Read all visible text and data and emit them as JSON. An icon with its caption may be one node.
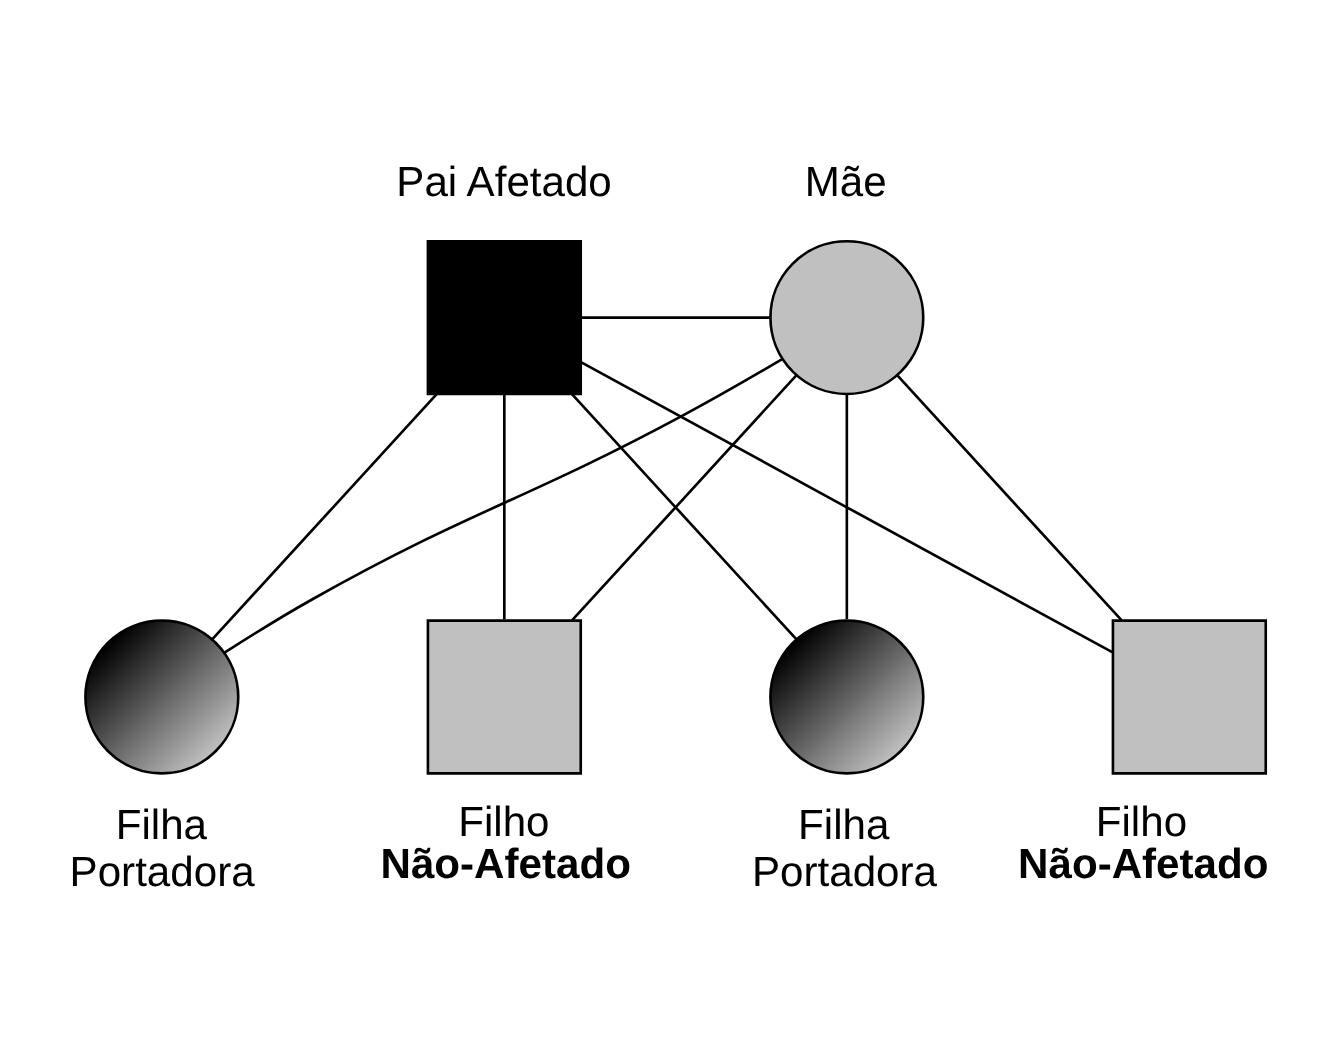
{
  "diagram": {
    "nodes": [
      {
        "text": [
          "Pai Afetado"
        ]
      },
      {
        "text": [
          "Mãe"
        ]
      },
      {
        "text": [
          "Filha",
          "Portadora"
        ]
      },
      {
        "text": [
          "Filho",
          "Não-Afetado"
        ]
      },
      {
        "text": [
          "Filha",
          "Portadora"
        ]
      },
      {
        "text": [
          "Filho",
          "Não-Afetado"
        ]
      }
    ],
    "edges": [
      {
        "from": 0,
        "to": 1,
        "arrow": "none"
      },
      {
        "from": 0,
        "to": 2,
        "arrow": "none"
      },
      {
        "from": 1,
        "to": 2,
        "arrow": "none"
      },
      {
        "from": 0,
        "to": 3,
        "arrow": "none"
      },
      {
        "from": 1,
        "to": 3,
        "arrow": "none"
      },
      {
        "from": 0,
        "to": 4,
        "arrow": "none"
      },
      {
        "from": 1,
        "to": 4,
        "arrow": "none"
      },
      {
        "from": 0,
        "to": 5,
        "arrow": "none"
      },
      {
        "from": 1,
        "to": 5,
        "arrow": "none"
      }
    ]
  }
}
